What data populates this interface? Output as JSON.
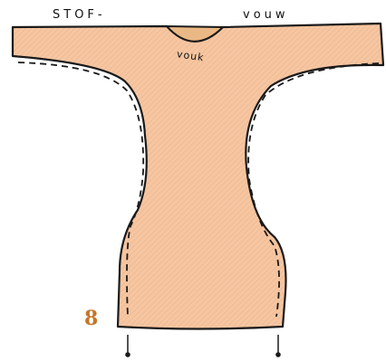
{
  "labels": {
    "top_left": "STOF-",
    "top_right": "vouw",
    "neck": "vouk"
  },
  "page_number": "8",
  "colors": {
    "fabric": "#f6c6a1",
    "fabric_shade": "#f2b88e",
    "neck_fill": "#eab884",
    "outline": "#1a1a1a",
    "page_number": "#c5762a"
  }
}
